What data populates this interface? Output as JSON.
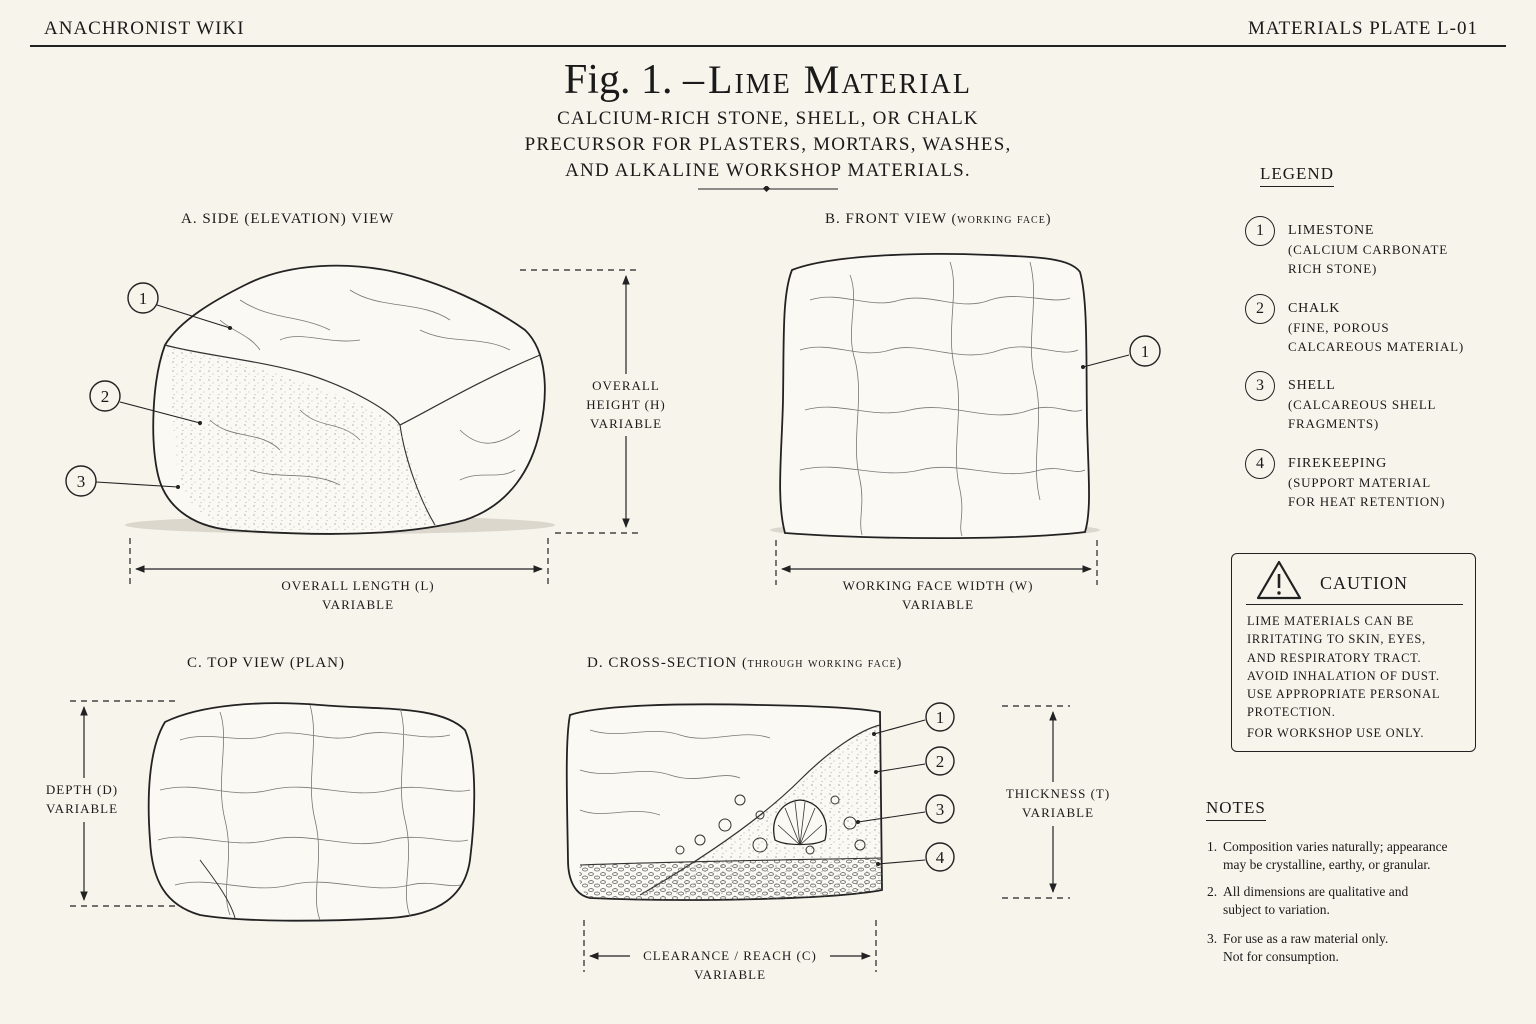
{
  "header": {
    "left": "ANACHRONIST WIKI",
    "right": "MATERIALS PLATE L-01"
  },
  "title": {
    "fig": "Fig. 1. –",
    "name": "Lime Material"
  },
  "subtitle": [
    "CALCIUM-RICH STONE, SHELL, OR CHALK",
    "PRECURSOR FOR PLASTERS, MORTARS, WASHES,",
    "AND ALKALINE WORKSHOP MATERIALS."
  ],
  "views": {
    "a": {
      "label": "A.  SIDE (ELEVATION) VIEW",
      "suffix": ""
    },
    "b": {
      "label": "B.  FRONT VIEW",
      "suffix": "(WORKING FACE)"
    },
    "c": {
      "label": "C.  TOP VIEW (PLAN)",
      "suffix": ""
    },
    "d": {
      "label": "D.  CROSS-SECTION",
      "suffix": "(THROUGH WORKING FACE)"
    }
  },
  "dimensions": {
    "height": [
      "OVERALL",
      "HEIGHT (H)",
      "VARIABLE"
    ],
    "length": [
      "OVERALL LENGTH (L)",
      "VARIABLE"
    ],
    "width": [
      "WORKING FACE WIDTH (W)",
      "VARIABLE"
    ],
    "depth": [
      "DEPTH (D)",
      "VARIABLE"
    ],
    "thickness": [
      "THICKNESS (T)",
      "VARIABLE"
    ],
    "clearance": [
      "CLEARANCE / REACH (C)",
      "VARIABLE"
    ]
  },
  "callouts": [
    "1",
    "2",
    "3",
    "4"
  ],
  "legend": {
    "title": "LEGEND",
    "items": [
      {
        "num": "1",
        "name": "LIMESTONE",
        "lines": [
          "(CALCIUM CARBONATE",
          "RICH STONE)"
        ]
      },
      {
        "num": "2",
        "name": "CHALK",
        "lines": [
          "(FINE, POROUS",
          "CALCAREOUS MATERIAL)"
        ]
      },
      {
        "num": "3",
        "name": "SHELL",
        "lines": [
          "(CALCAREOUS SHELL",
          "FRAGMENTS)"
        ]
      },
      {
        "num": "4",
        "name": "FIREKEEPING",
        "lines": [
          "(SUPPORT MATERIAL",
          "FOR HEAT RETENTION)"
        ]
      }
    ]
  },
  "caution": {
    "title": "CAUTION",
    "lines": [
      "LIME MATERIALS CAN BE",
      "IRRITATING TO SKIN, EYES,",
      "AND RESPIRATORY TRACT.",
      "AVOID INHALATION OF DUST.",
      "USE APPROPRIATE PERSONAL",
      "PROTECTION."
    ],
    "footer": "FOR WORKSHOP USE ONLY."
  },
  "notes": {
    "title": "NOTES",
    "items": [
      {
        "n": "1.",
        "l1": "Composition varies naturally; appearance",
        "l2": "may be crystalline, earthy, or granular."
      },
      {
        "n": "2.",
        "l1": "All dimensions are qualitative and",
        "l2": "subject to variation."
      },
      {
        "n": "3.",
        "l1": "For use as a raw material only.",
        "l2": "Not for consumption."
      }
    ]
  }
}
